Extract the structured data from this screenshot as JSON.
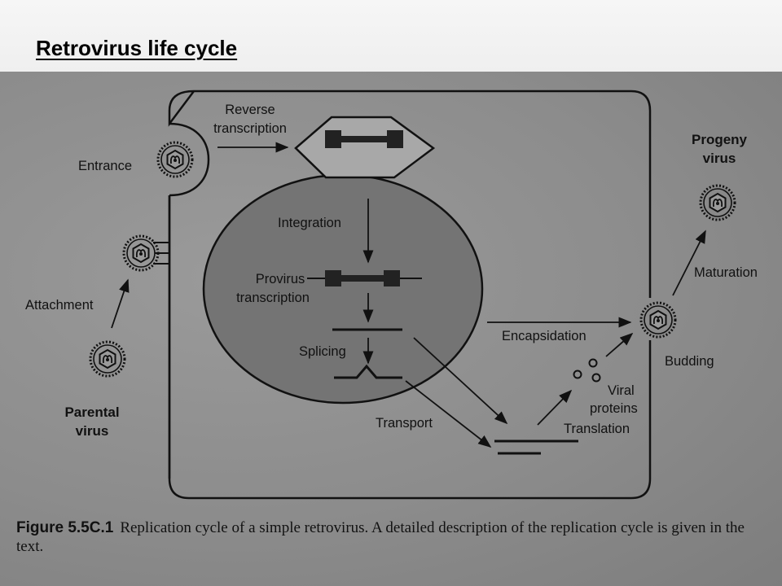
{
  "slide": {
    "title": "Retrovirus life cycle"
  },
  "diagram": {
    "labels": {
      "reverse_transcription_1": "Reverse",
      "reverse_transcription_2": "transcription",
      "entrance": "Entrance",
      "attachment": "Attachment",
      "parental_virus_1": "Parental",
      "parental_virus_2": "virus",
      "integration": "Integration",
      "provirus_transcription_1": "Provirus",
      "provirus_transcription_2": "transcription",
      "splicing": "Splicing",
      "transport": "Transport",
      "encapsidation": "Encapsidation",
      "viral_proteins_1": "Viral",
      "viral_proteins_2": "proteins",
      "translation": "Translation",
      "budding": "Budding",
      "maturation": "Maturation",
      "progeny_virus_1": "Progeny",
      "progeny_virus_2": "virus"
    }
  },
  "caption": {
    "figure_number": "Figure 5.5C.1",
    "text": "Replication cycle of a simple retrovirus. A detailed description of the replication cycle is given in the text."
  },
  "colors": {
    "nucleus_fill": "#747474",
    "cell_fill": "#9a9a9a",
    "ink": "#111111"
  }
}
